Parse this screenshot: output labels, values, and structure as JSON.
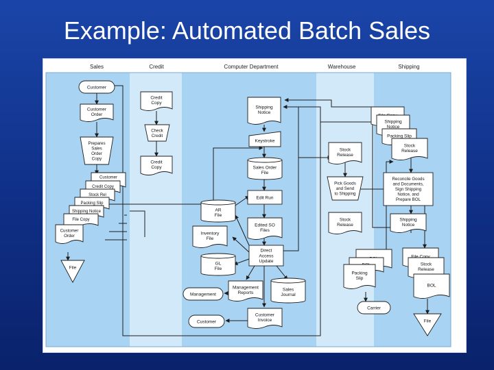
{
  "slide": {
    "title": "Example: Automated Batch Sales"
  },
  "columns": [
    {
      "key": "sales",
      "label": "Sales"
    },
    {
      "key": "credit",
      "label": "Credit"
    },
    {
      "key": "computer",
      "label": "Computer Department"
    },
    {
      "key": "warehouse",
      "label": "Warehouse"
    },
    {
      "key": "shipping",
      "label": "Shipping"
    }
  ],
  "sales": {
    "customer": "Customer",
    "customer_order": [
      "Customer",
      "Order"
    ],
    "prepares": [
      "Prepares",
      "Sales",
      "Order",
      "Copy"
    ],
    "stack": [
      "Customer Copy",
      "Credit Copy",
      "Stock Rel",
      "Packing Slip",
      "Shipping Notice",
      "File Copy",
      "Customer Order"
    ],
    "stack_top": [
      "Customer",
      "Copy"
    ],
    "stack_bottom": [
      "Customer",
      "Order"
    ],
    "file": "File"
  },
  "credit": {
    "credit_copy_1": [
      "Credit",
      "Copy"
    ],
    "check_credit": [
      "Check",
      "Credit"
    ],
    "credit_copy_2": [
      "Credit",
      "Copy"
    ]
  },
  "computer": {
    "shipping_notice": [
      "Shipping",
      "Notice"
    ],
    "keystroke": "Keystroke",
    "sales_order_file": [
      "Sales Order",
      "File"
    ],
    "edit_run": "Edit Run",
    "ar_file": [
      "AR",
      "File"
    ],
    "edited_so": [
      "Edited SO",
      "Files"
    ],
    "inventory_file": [
      "Inventory",
      "File"
    ],
    "direct_access": [
      "Direct",
      "Access",
      "Update"
    ],
    "gl_file": [
      "GL",
      "File"
    ],
    "management_reports": [
      "Management",
      "Reports"
    ],
    "sales_journal": [
      "Sales",
      "Journal"
    ],
    "management": "Management",
    "customer": "Customer",
    "customer_invoice": [
      "Customer",
      "Invoice"
    ]
  },
  "warehouse": {
    "stock_release_1": [
      "Stock",
      "Release"
    ],
    "pick_goods": [
      "Pick Goods",
      "and Send",
      "to Shipping"
    ],
    "stock_release_2": [
      "Stock",
      "Release"
    ],
    "bol": "BOL",
    "bol2": "BOL",
    "packing_slip": [
      "Packing",
      "Slip"
    ],
    "carrier": "Carrier"
  },
  "shipping": {
    "file_copy": "File Copy",
    "shipping_notice": [
      "Shipping",
      "Notice"
    ],
    "packing_slip": "Packing Slip",
    "stock_release": [
      "Stock",
      "Release"
    ],
    "reconcile": [
      "Reconcile Goods",
      "and Documents,",
      "Sign Shipping",
      "Notice, and",
      "Prepare BOL"
    ],
    "shipping_notice_2": [
      "Shipping",
      "Notice"
    ],
    "file_copy_2": "File Copy",
    "stock_release_2": [
      "Stock",
      "Release"
    ],
    "bol": "BOL",
    "file": "File"
  },
  "colors": {
    "lane_dark": "#a9d3f2",
    "lane_light": "#d2e9fa",
    "stroke": "#1d1d1d",
    "header_bg": "#ffffff"
  }
}
